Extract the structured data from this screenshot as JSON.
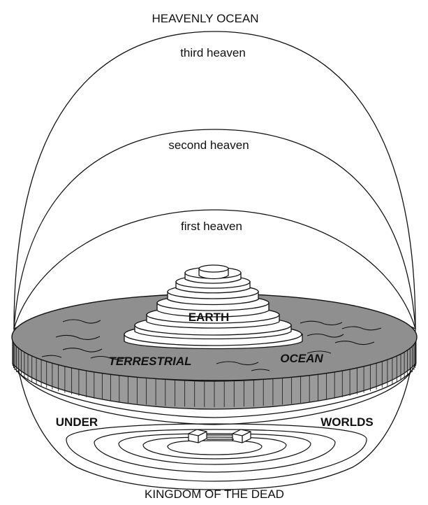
{
  "labels": {
    "top": "HEAVENLY OCEAN",
    "heaven3": "third heaven",
    "heaven2": "second heaven",
    "heaven1": "first heaven",
    "earth": "EARTH",
    "terrestrial": "TERRESTRIAL",
    "ocean": "OCEAN",
    "under": "UNDER",
    "worlds": "WORLDS",
    "bottom": "KINGDOM OF THE DEAD"
  },
  "colors": {
    "line": "#111111",
    "ocean_fill": "#8f8f8f",
    "rim_fill": "#9a9a9a",
    "background": "#ffffff"
  }
}
